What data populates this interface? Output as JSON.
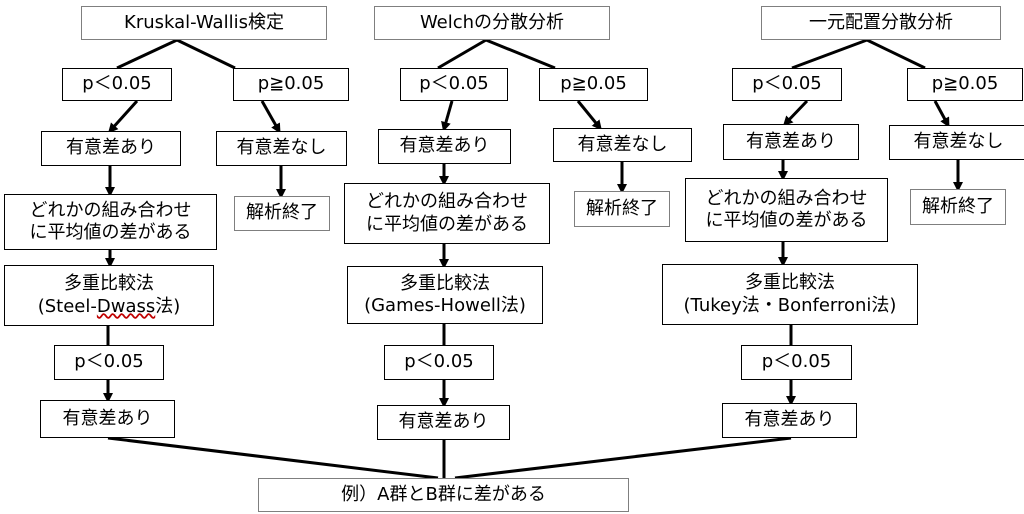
{
  "nodes": {
    "kw": "Kruskal-Wallis検定",
    "welch": "Welchの分散分析",
    "anova": "一元配置分散分析",
    "p_lt": "p＜0.05",
    "p_ge": "p≧0.05",
    "significant": "有意差あり",
    "not_significant": "有意差なし",
    "end": "解析終了",
    "some_pair_line1": "どれかの組み合わせ",
    "some_pair_line2": "に平均値の差がある",
    "multiple_comparison": "多重比較法",
    "steel_dwass_prefix": "(Steel-",
    "steel_dwass_word": "Dwass",
    "steel_dwass_suffix": "法)",
    "games_howell": "(Games-Howell法)",
    "tukey_bonferroni": "(Tukey法・Bonferroni法)",
    "example": "例）A群とB群に差がある"
  },
  "colors": {
    "line": "#000000",
    "box_border": "#000000",
    "box_border_light": "#7f7f7f",
    "misspell_underline": "#c00000"
  }
}
